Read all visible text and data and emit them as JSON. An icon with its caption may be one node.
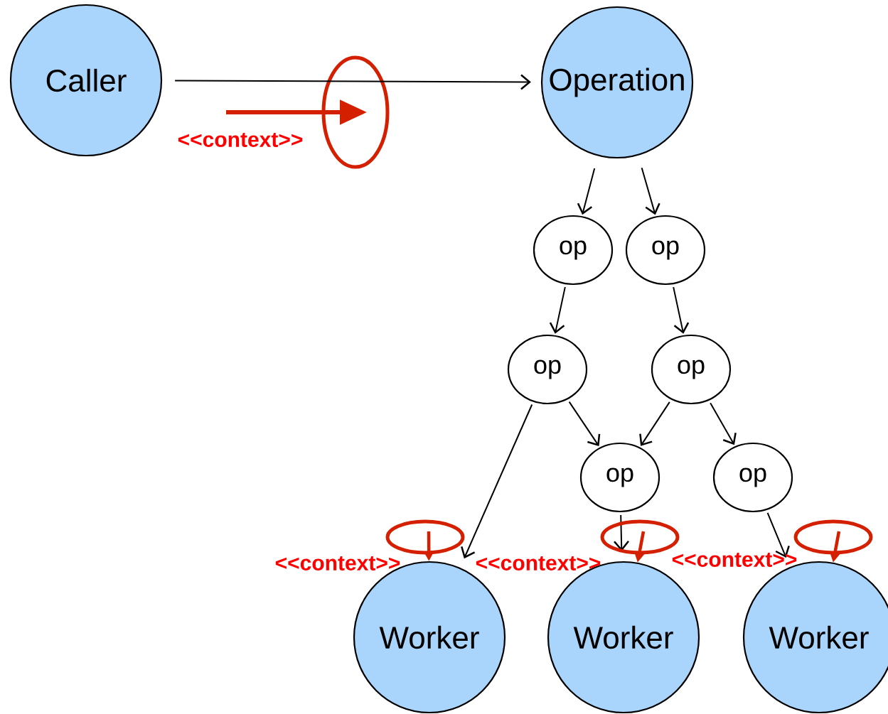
{
  "diagram": {
    "nodes": [
      {
        "text": [
          "Caller"
        ]
      },
      {
        "text": [
          "Operation"
        ]
      },
      {
        "text": [
          "op"
        ]
      },
      {
        "text": [
          "op"
        ]
      },
      {
        "text": [
          "op"
        ]
      },
      {
        "text": [
          "op"
        ]
      },
      {
        "text": [
          "op"
        ]
      },
      {
        "text": [
          "op"
        ]
      },
      {
        "text": [
          "Worker"
        ]
      },
      {
        "text": [
          "Worker"
        ]
      },
      {
        "text": [
          "Worker"
        ]
      }
    ],
    "edges": [
      {
        "from": 0,
        "to": 1,
        "arrow": "to"
      },
      {
        "from": 1,
        "to": 2,
        "arrow": "to"
      },
      {
        "from": 1,
        "to": 3,
        "arrow": "to"
      },
      {
        "from": 2,
        "to": 4,
        "arrow": "to"
      },
      {
        "from": 3,
        "to": 5,
        "arrow": "to"
      },
      {
        "from": 4,
        "to": 8,
        "arrow": "to"
      },
      {
        "from": 4,
        "to": 6,
        "arrow": "to"
      },
      {
        "from": 5,
        "to": 6,
        "arrow": "to"
      },
      {
        "from": 5,
        "to": 7,
        "arrow": "to"
      },
      {
        "from": 6,
        "to": 9,
        "arrow": "to"
      },
      {
        "from": 7,
        "to": 10,
        "arrow": "to"
      },
      {
        "from": null,
        "to": 8,
        "arrow": "to",
        "style": "thick",
        "color": "#d42000"
      },
      {
        "from": null,
        "to": 9,
        "arrow": "to",
        "style": "thick",
        "color": "#d42000"
      },
      {
        "from": null,
        "to": 10,
        "arrow": "to",
        "style": "thick",
        "color": "#d42000"
      }
    ],
    "labels": [
      "<<context>>",
      "<<context>>",
      "<<context>>",
      "<<context>>"
    ]
  }
}
